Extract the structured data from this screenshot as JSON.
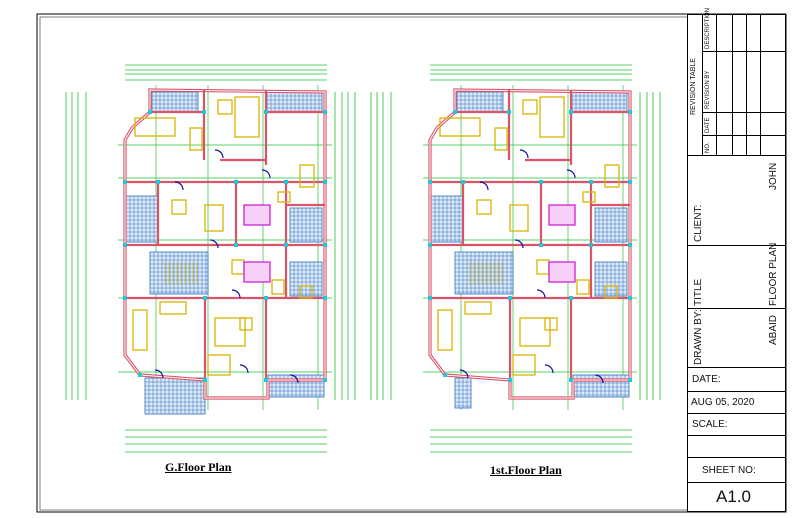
{
  "drawings": [
    {
      "caption": "G.Floor Plan",
      "variant": "ground"
    },
    {
      "caption": "1st.Floor Plan",
      "variant": "first"
    }
  ],
  "title_block": {
    "revision_table": {
      "heading": "REVISION TABLE",
      "columns": [
        "NO.",
        "DATE",
        "REVISION BY",
        "DESCRIPTION"
      ]
    },
    "client_label": "CLIENT:",
    "client_value": "JOHN",
    "title_label": "TITLE",
    "title_value": "FLOOR PLAN",
    "drawn_by_label": "DRAWN BY:",
    "drawn_by_value": "ABAID",
    "date_label": "DATE:",
    "date_value": "AUG 05, 2020",
    "scale_label": "SCALE:",
    "scale_value": "",
    "sheet_label": "SHEET NO:",
    "sheet_value": "A1.0"
  },
  "colors": {
    "wall": "#d9546a",
    "grid": "#22c233",
    "tile": "#2b6fbf",
    "furniture": "#d8b400",
    "table": "#d020d0",
    "door": "#1010a0",
    "column": "#20c8d8"
  }
}
